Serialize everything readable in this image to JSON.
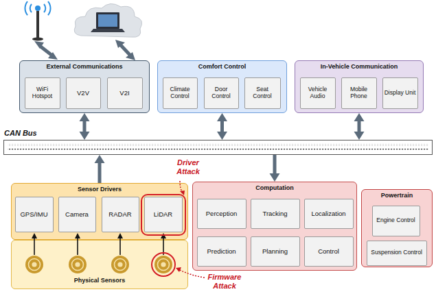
{
  "diagram": {
    "nodes": [
      {
        "text": [
          "External Communications"
        ]
      },
      {
        "text": [
          "WiFi Hotspot"
        ],
        "in": 0
      },
      {
        "text": [
          "V2V"
        ],
        "in": 0
      },
      {
        "text": [
          "V2I"
        ],
        "in": 0
      },
      {
        "text": [
          "Comfort Control"
        ]
      },
      {
        "text": [
          "Climate Control"
        ],
        "in": 4
      },
      {
        "text": [
          "Door Control"
        ],
        "in": 4
      },
      {
        "text": [
          "Seat Control"
        ],
        "in": 4
      },
      {
        "text": [
          "In-Vehicle Communication"
        ]
      },
      {
        "text": [
          "Vehicle Audio"
        ],
        "in": 8
      },
      {
        "text": [
          "Mobile Phone"
        ],
        "in": 8
      },
      {
        "text": [
          "Display Unit"
        ],
        "in": 8
      },
      {
        "text": [
          "CAN Bus"
        ]
      },
      {
        "text": [
          "Sensor Drivers"
        ]
      },
      {
        "text": [
          "GPS/IMU"
        ],
        "in": 13
      },
      {
        "text": [
          "Camera"
        ],
        "in": 13
      },
      {
        "text": [
          "RADAR"
        ],
        "in": 13
      },
      {
        "text": [
          "LiDAR"
        ],
        "in": 13
      },
      {
        "text": [
          "Physical Sensors"
        ]
      },
      {
        "text": [
          "Computation"
        ]
      },
      {
        "text": [
          "Perception"
        ],
        "in": 19
      },
      {
        "text": [
          "Tracking"
        ],
        "in": 19
      },
      {
        "text": [
          "Localization"
        ],
        "in": 19
      },
      {
        "text": [
          "Prediction"
        ],
        "in": 19
      },
      {
        "text": [
          "Planning"
        ],
        "in": 19
      },
      {
        "text": [
          "Control"
        ],
        "in": 19
      },
      {
        "text": [
          "Powertrain"
        ]
      },
      {
        "text": [
          "Engine Control"
        ],
        "in": 26
      },
      {
        "text": [
          "Suspension Control"
        ],
        "in": 26
      }
    ],
    "edges": [
      {
        "from": 0,
        "to": 12,
        "arrow": "both"
      },
      {
        "from": 4,
        "to": 12,
        "arrow": "both"
      },
      {
        "from": 8,
        "to": 12,
        "arrow": "both"
      },
      {
        "from": 13,
        "to": 12,
        "arrow": "to"
      },
      {
        "from": 12,
        "to": 19,
        "arrow": "to"
      },
      {
        "from": 25,
        "to": 27,
        "arrow": "to"
      }
    ],
    "labels": [
      "Driver Attack",
      "Firmware Attack"
    ]
  }
}
